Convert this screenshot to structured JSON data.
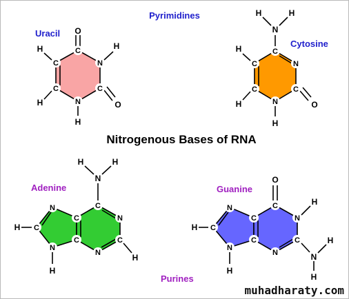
{
  "title": "Nitrogenous Bases of RNA",
  "groups": {
    "pyrimidines": "Pyrimidines",
    "purines": "Purines"
  },
  "bases": {
    "uracil": "Uracil",
    "cytosine": "Cytosine",
    "adenine": "Adenine",
    "guanine": "Guanine"
  },
  "atoms": {
    "c": "C",
    "n": "N",
    "h": "H",
    "o": "O"
  },
  "watermark": "muhadharaty.com",
  "colors": {
    "uracil_fill": "#f9a5a5",
    "cytosine_fill": "#ff9900",
    "adenine_fill": "#33cc33",
    "guanine_fill": "#6666ff",
    "pyrimidine_label": "#1f1fcc",
    "purine_label": "#a020c0",
    "base_label_pyr": "#1f1fcc",
    "base_label_pur": "#a020c0"
  }
}
